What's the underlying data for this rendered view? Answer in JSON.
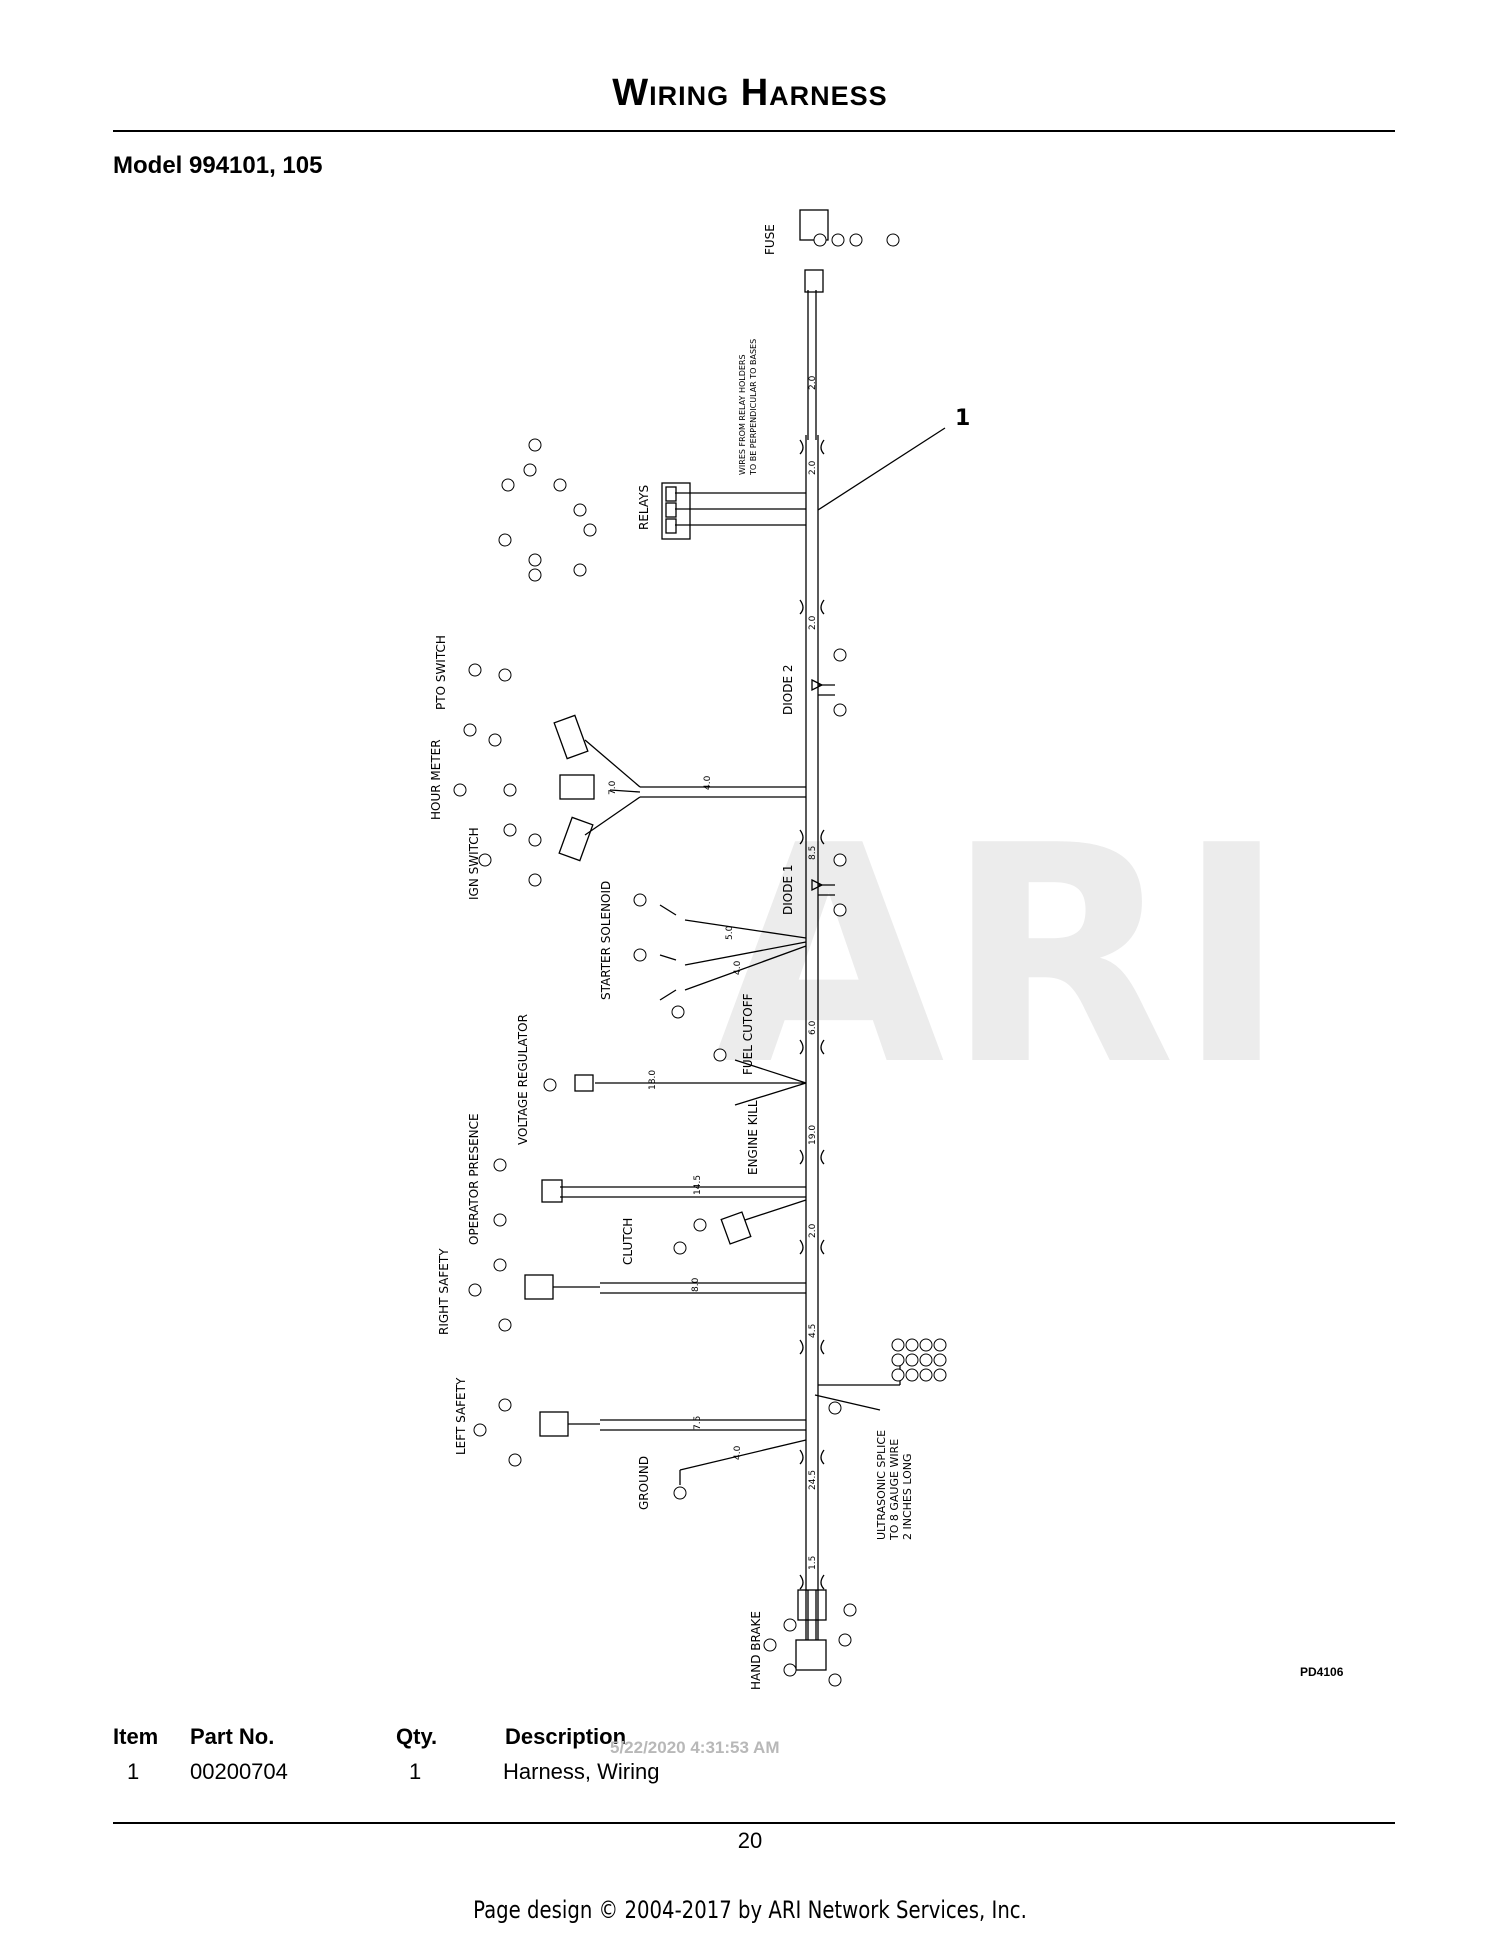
{
  "header": {
    "title": "Wiring Harness",
    "model": "Model 994101, 105"
  },
  "diagram": {
    "callout": "1",
    "watermark": "ARI",
    "drawing_number": "PD4106",
    "relay_note": [
      "WIRES FROM RELAY HOLDERS",
      "TO BE PERPENDICULAR TO BASES"
    ],
    "splice_note": [
      "ULTRASONIC SPLICE",
      "TO 8 GAUGE WIRE",
      "2 INCHES LONG"
    ],
    "labels": {
      "fuse": "FUSE",
      "relays": "RELAYS",
      "diode2": "DIODE 2",
      "diode1": "DIODE 1",
      "pto_switch": "PTO SWITCH",
      "hour_meter": "HOUR METER",
      "ign_switch": "IGN SWITCH",
      "starter_solenoid": "STARTER SOLENOID",
      "fuel_cutoff": "FUEL CUTOFF",
      "voltage_regulator": "VOLTAGE REGULATOR",
      "engine_kill": "ENGINE KILL",
      "operator_presence": "OPERATOR PRESENCE",
      "clutch": "CLUTCH",
      "right_safety": "RIGHT SAFETY",
      "left_safety": "LEFT SAFETY",
      "ground": "GROUND",
      "hand_brake": "HAND BRAKE"
    },
    "dims": {
      "d1": "2.0",
      "d2": "2.0",
      "d3": "2.0",
      "d4": "8.5",
      "d5": "4.0",
      "d6": "7.0",
      "d7": "5.0",
      "d8": "4.0",
      "d9": "6.0",
      "d10": "19.0",
      "d11": "18.0",
      "d12": "14.5",
      "d13": "2.0",
      "d14": "8.0",
      "d15": "4.5",
      "d16": "7.5",
      "d17": "24.5",
      "d18": "4.0",
      "d19": "1.5"
    }
  },
  "parts_table": {
    "headers": {
      "item": "Item",
      "part_no": "Part No.",
      "qty": "Qty.",
      "description": "Description"
    },
    "rows": [
      {
        "item": "1",
        "part_no": "00200704",
        "qty": "1",
        "description": "Harness, Wiring"
      }
    ]
  },
  "timestamp": "5/22/2020 4:31:53 AM",
  "page_number": "20",
  "credit": "Page design © 2004-2017 by ARI Network Services, Inc."
}
